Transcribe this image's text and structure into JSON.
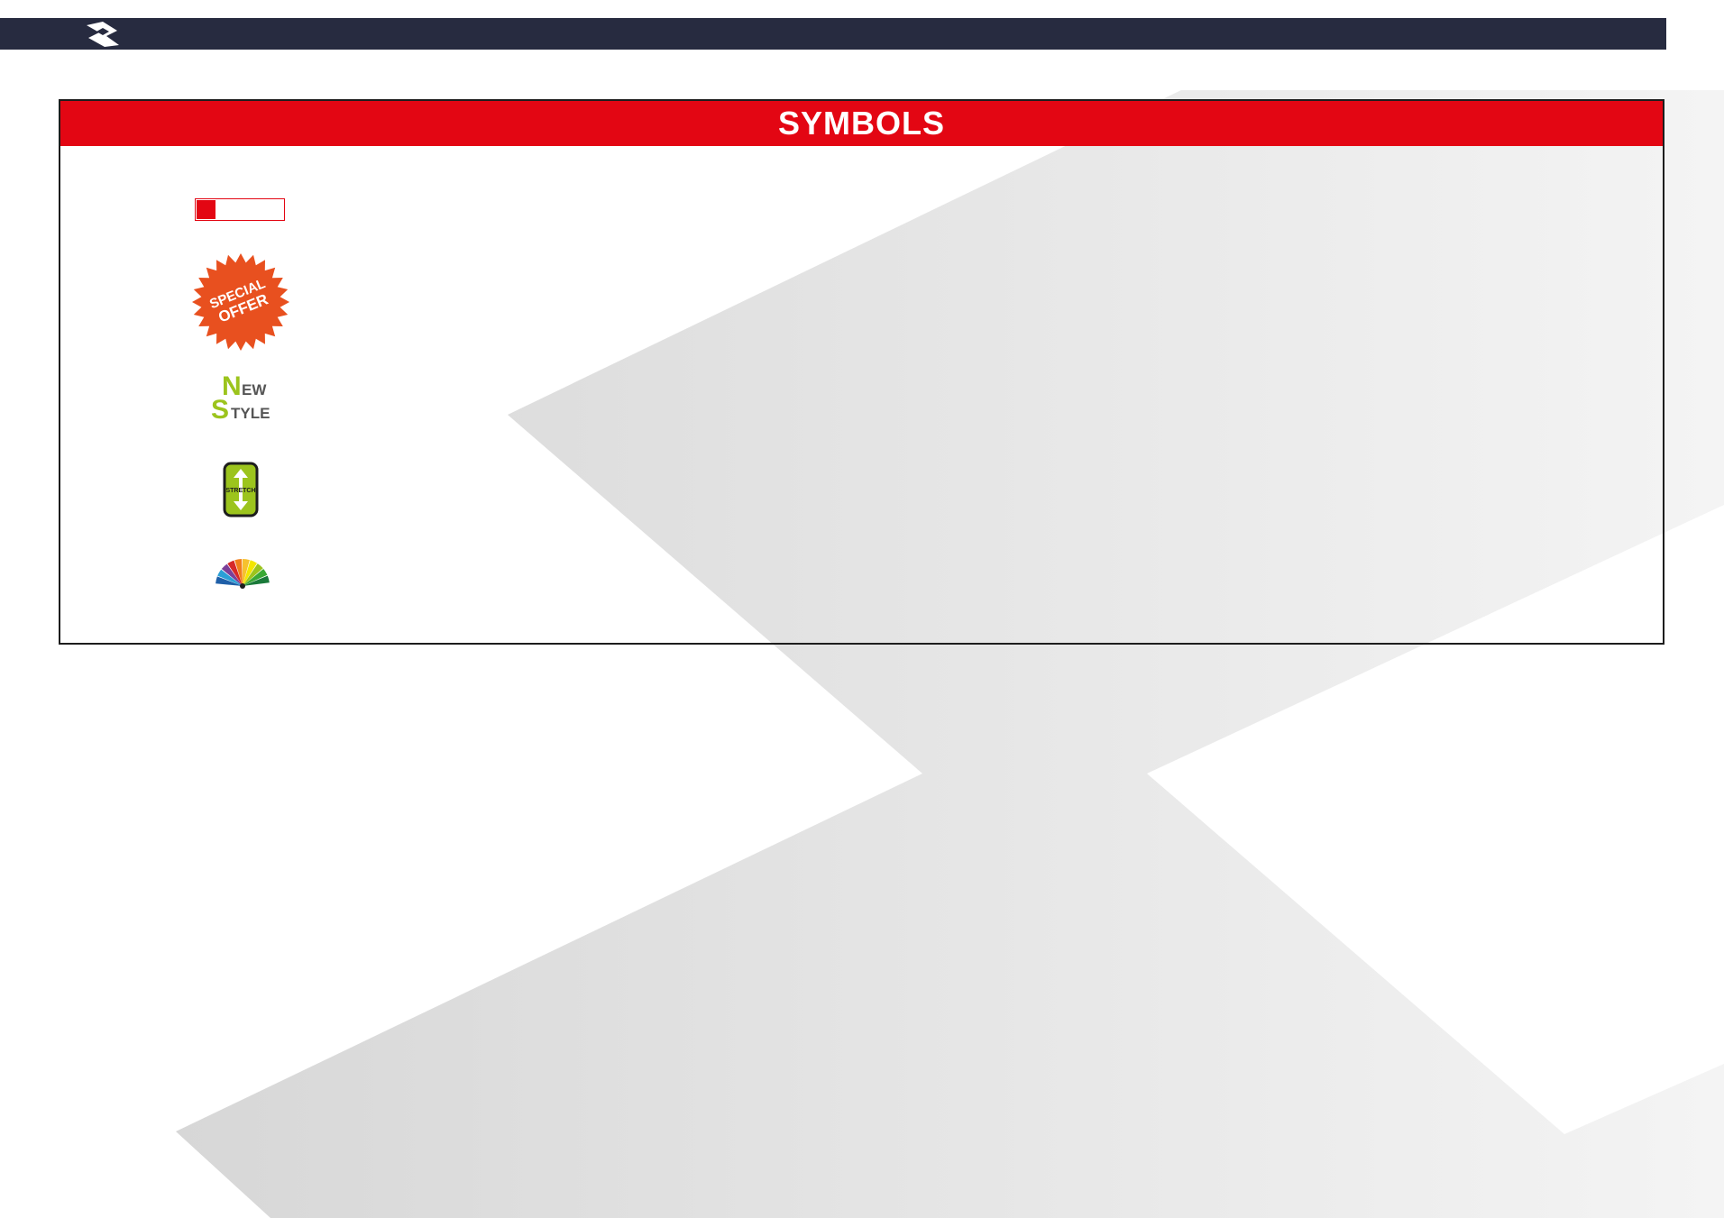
{
  "panel": {
    "title": "SYMBOLS"
  },
  "symbols": {
    "level_bar": {
      "fill_fraction": 0.22,
      "color": "#e30613"
    },
    "special_offer": {
      "line1": "SPECIAL",
      "line2": "OFFER",
      "color": "#e8501f"
    },
    "new_style": {
      "first_letter_1": "N",
      "rest_1": "EW",
      "first_letter_2": "S",
      "rest_2": "TYLE",
      "accent_color": "#9cc41d",
      "text_color": "#555555"
    },
    "stretch": {
      "label": "STRETCH",
      "color": "#9cc41d"
    },
    "color_palette": {
      "icon": "color-fan-icon"
    }
  },
  "colors": {
    "top_bar": "#272b40",
    "header": "#e30613"
  }
}
